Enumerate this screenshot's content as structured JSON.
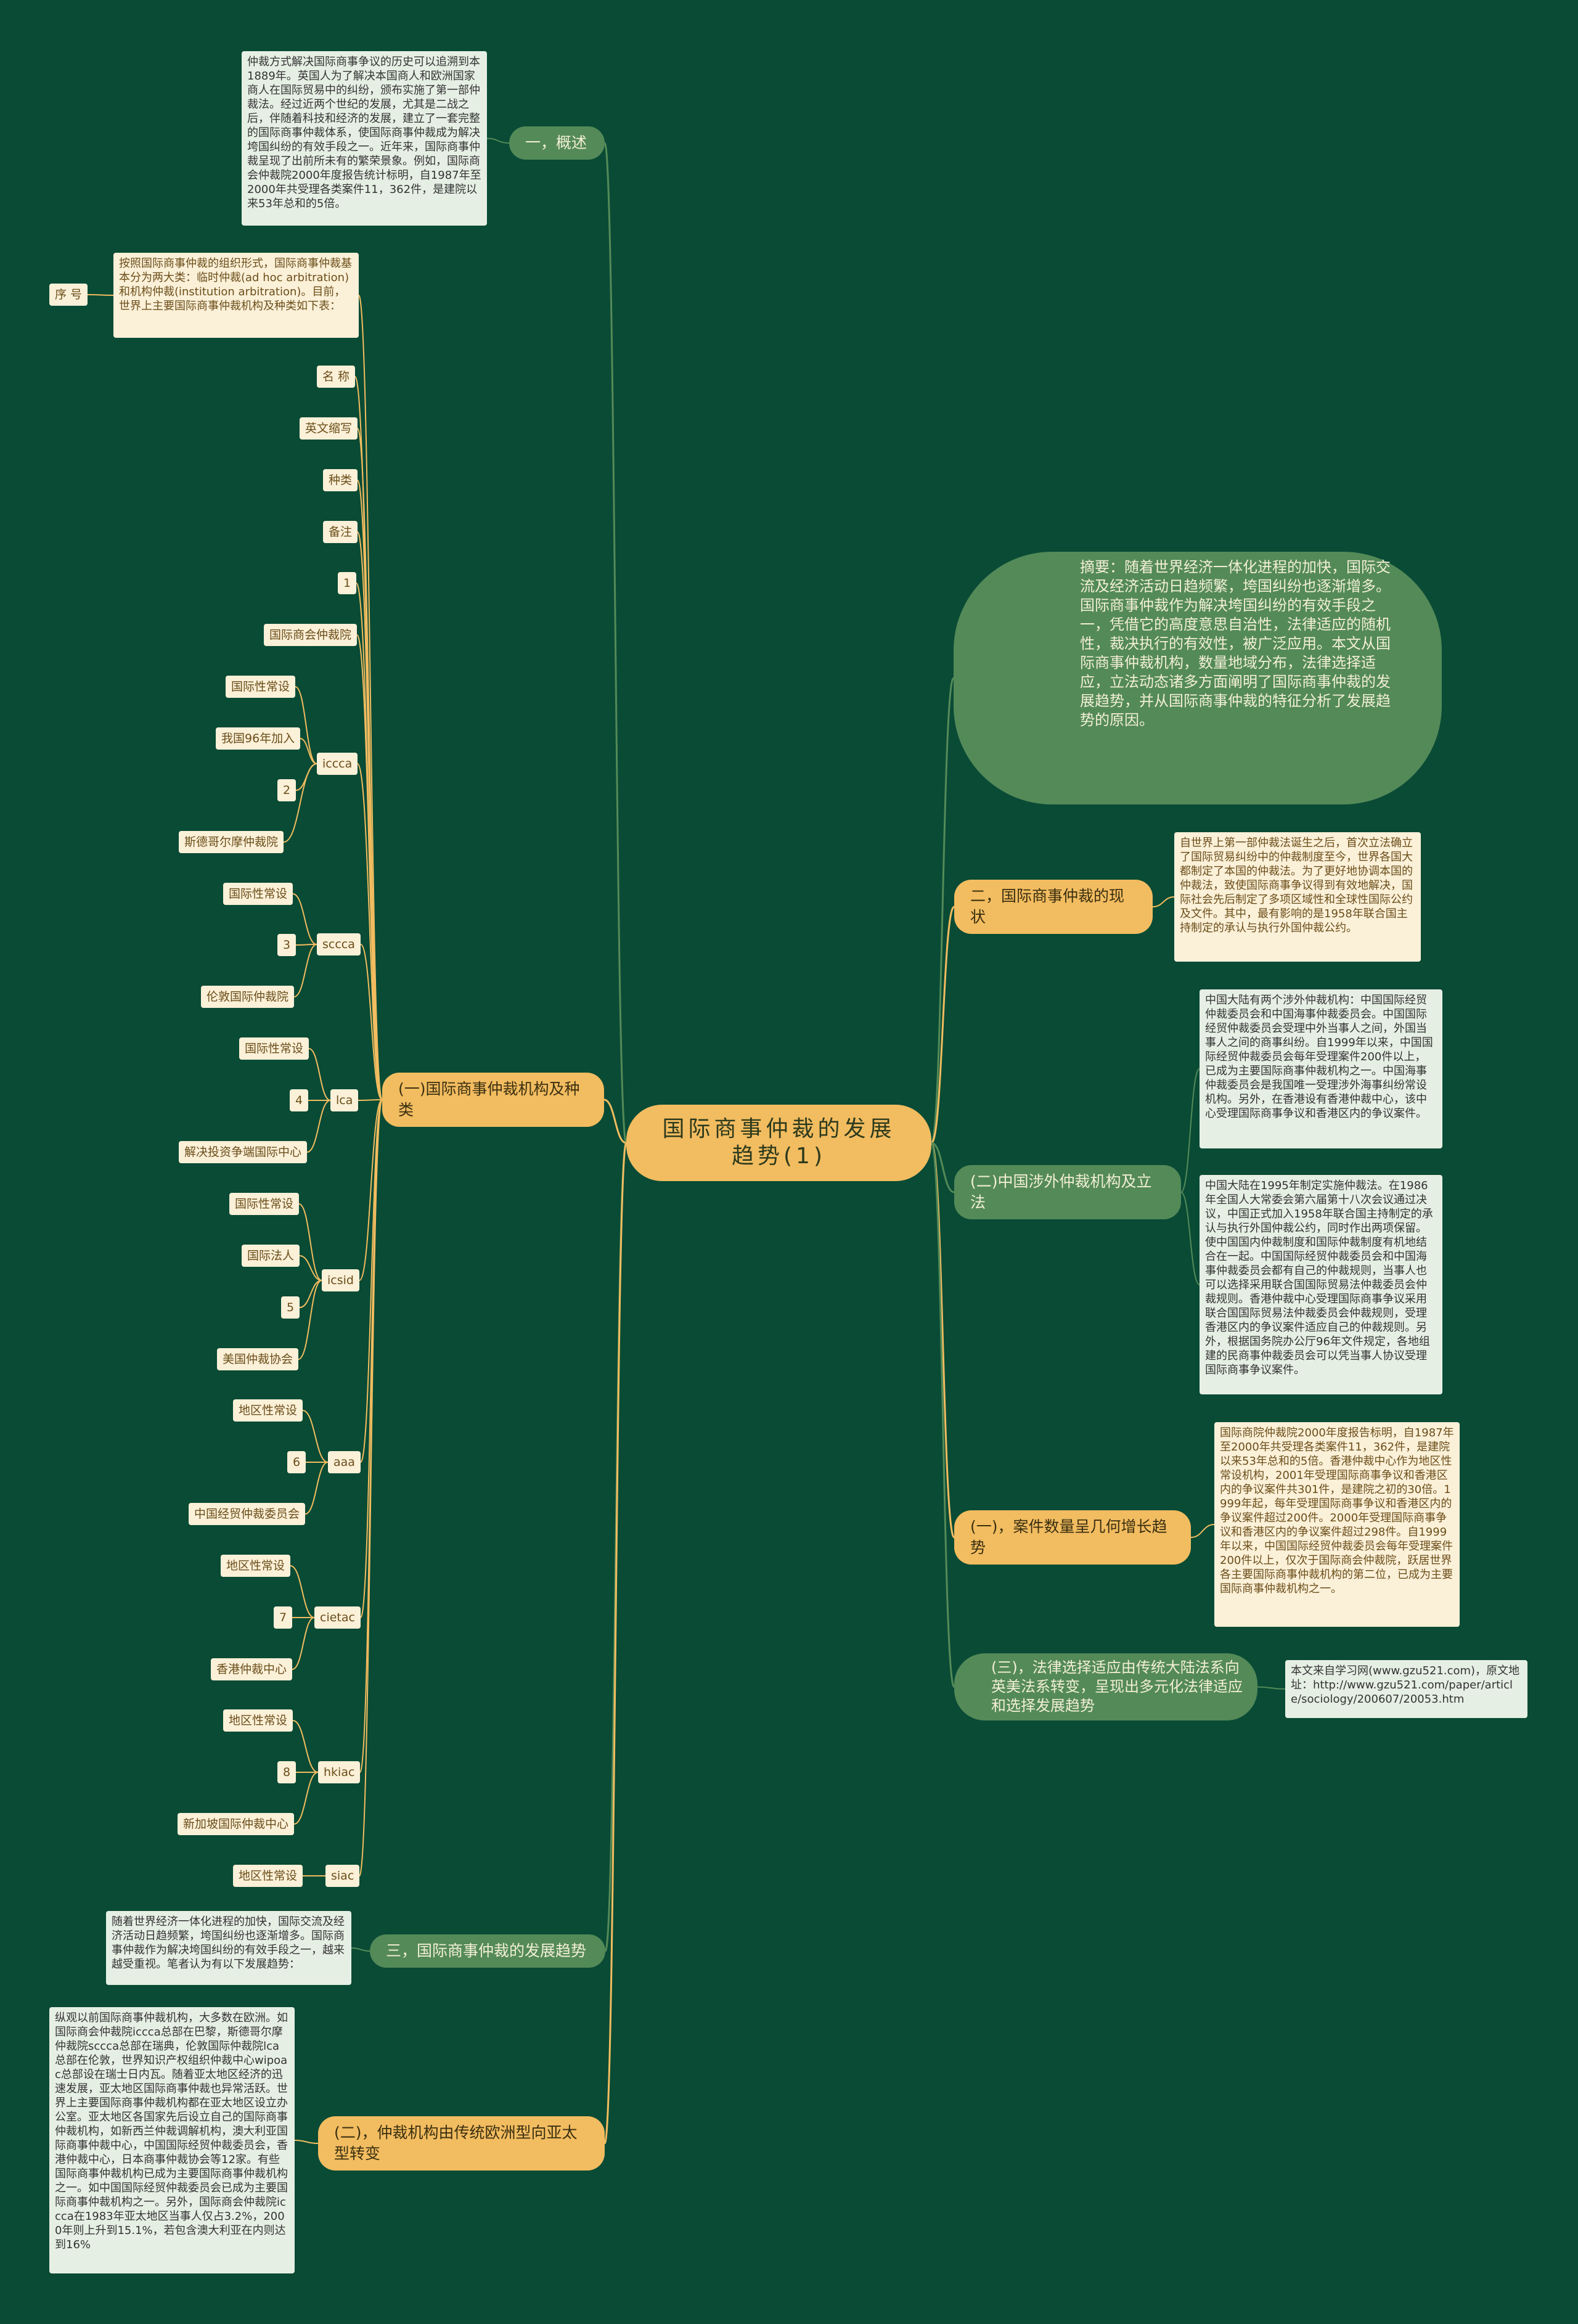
{
  "root": "国际商事仲裁的发展趋势(1)",
  "branches": {
    "overview": "一，概述",
    "abstract": "摘要：随着世界经济一体化进程的加快，国际交流及经济活动日趋频繁，垮国纠纷也逐渐增多。国际商事仲裁作为解决垮国纠纷的有效手段之一，凭借它的高度意思自治性，法律适应的随机性，裁决执行的有效性，被广泛应用。本文从国际商事仲裁机构，数量地域分布，法律选择适应，立法动态诸多方面阐明了国际商事仲裁的发展趋势，并从国际商事仲裁的特征分析了发展趋势的原因。",
    "status": "二，国际商事仲裁的现状",
    "foreign": "(二)中国涉外仲裁机构及立法",
    "count": "(一)，案件数量呈几何增长趋势",
    "law": "(三)，法律选择适应由传统大陆法系向英美法系转变，呈现出多元化法律适应和选择发展趋势",
    "trend": "三，国际商事仲裁的发展趋势",
    "region": "(二)，仲裁机构由传统欧洲型向亚太型转变",
    "institutions": "(一)国际商事仲裁机构及种类"
  },
  "texts": {
    "overview": "仲裁方式解决国际商事争议的历史可以追溯到本1889年。英国人为了解决本国商人和欧洲国家商人在国际贸易中的纠纷，颁布实施了第一部仲裁法。经过近两个世纪的发展，尤其是二战之后，伴随着科技和经济的发展，建立了一套完整的国际商事仲裁体系，使国际商事仲裁成为解决垮国纠纷的有效手段之一。近年来，国际商事仲裁呈现了出前所未有的繁荣景象。例如，国际商会仲裁院2000年度报告统计标明，自1987年至2000年共受理各类案件11，362件，是建院以来53年总和的5倍。",
    "institutions": "按照国际商事仲裁的组织形式，国际商事仲裁基本分为两大类：临时仲裁(ad hoc arbitration)和机构仲裁(institution arbitration)。目前，世界上主要国际商事仲裁机构及种类如下表：",
    "status": "自世界上第一部仲裁法诞生之后，首次立法确立了国际贸易纠纷中的仲裁制度至今，世界各国大都制定了本国的仲裁法。为了更好地协调本国的仲裁法，致使国际商事争议得到有效地解决，国际社会先后制定了多项区域性和全球性国际公约及文件。其中，最有影响的是1958年联合国主持制定的承认与执行外国仲裁公约。",
    "foreign1": "中国大陆有两个涉外仲裁机构：中国国际经贸仲裁委员会和中国海事仲裁委员会。中国国际经贸仲裁委员会受理中外当事人之间，外国当事人之间的商事纠纷。自1999年以来，中国国际经贸仲裁委员会每年受理案件200件以上，已成为主要国际商事仲裁机构之一。中国海事仲裁委员会是我国唯一受理涉外海事纠纷常设机构。另外，在香港设有香港仲裁中心，该中心受理国际商事争议和香港区内的争议案件。",
    "foreign2": "中国大陆在1995年制定实施仲裁法。在1986年全国人大常委会第六届第十八次会议通过决议，中国正式加入1958年联合国主持制定的承认与执行外国仲裁公约，同时作出两项保留。使中国国内仲裁制度和国际仲裁制度有机地结合在一起。中国国际经贸仲裁委员会和中国海事仲裁委员会都有自己的仲裁规则，当事人也可以选择采用联合国国际贸易法仲裁委员会仲裁规则。香港仲裁中心受理国际商事争议采用联合国国际贸易法仲裁委员会仲裁规则，受理香港区内的争议案件适应自己的仲裁规则。另外，根据国务院办公厅96年文件规定，各地组建的民商事仲裁委员会可以凭当事人协议受理国际商事争议案件。",
    "count": "国际商院仲裁院2000年度报告标明，自1987年至2000年共受理各类案件11，362件，是建院以来53年总和的5倍。香港仲裁中心作为地区性常设机构，2001年受理国际商事争议和香港区内的争议案件共301件，是建院之初的30倍。1999年起，每年受理国际商事争议和香港区内的争议案件超过200件。2000年受理国际商事争议和香港区内的争议案件超过298件。自1999年以来，中国国际经贸仲裁委员会每年受理案件200件以上，仅次于国际商会仲裁院，跃居世界各主要国际商事仲裁机构的第二位，已成为主要国际商事仲裁机构之一。",
    "law": "本文来自学习网(www.gzu521.com)，原文地址：http://www.gzu521.com/paper/article/sociology/200607/20053.htm",
    "trend": "随着世界经济一体化进程的加快，国际交流及经济活动日趋频繁，垮国纠纷也逐渐增多。国际商事仲裁作为解决垮国纠纷的有效手段之一，越来越受重视。笔者认为有以下发展趋势：",
    "region": "纵观以前国际商事仲裁机构，大多数在欧洲。如国际商会仲裁院iccca总部在巴黎，斯德哥尔摩仲裁院sccca总部在瑞典，伦敦国际仲裁院lca总部在伦敦，世界知识产权组织仲裁中心wipoac总部设在瑞士日内瓦。随着亚太地区经济的迅速发展，亚太地区国际商事仲裁也异常活跃。世界上主要国际商事仲裁机构都在亚太地区设立办公室。亚太地区各国家先后设立自己的国际商事仲裁机构，如新西兰仲裁调解机构，澳大利亚国际商事仲裁中心，中国国际经贸仲裁委员会，香港仲裁中心，日本商事仲裁协会等12家。有些国际商事仲裁机构已成为主要国际商事仲裁机构之一。如中国国际经贸仲裁委员会已成为主要国际商事仲裁机构之一。另外，国际商会仲裁院iccca在1983年亚太地区当事人仅占3.2%，2000年则上升到15.1%，若包含澳大利亚在内则达到16%"
  },
  "table": {
    "header": [
      "序 号",
      "名 称",
      "英文缩写",
      "种类",
      "备注"
    ],
    "rows": [
      {
        "no": "1",
        "name": "国际商会仲裁院",
        "abbr": "",
        "type": "",
        "note": ""
      },
      {
        "no": "2",
        "name": "斯德哥尔摩仲裁院",
        "abbr": "iccca",
        "type": "国际性常设",
        "note": "我国96年加入"
      },
      {
        "no": "3",
        "name": "伦敦国际仲裁院",
        "abbr": "sccca",
        "type": "国际性常设",
        "note": ""
      },
      {
        "no": "4",
        "name": "解决投资争端国际中心",
        "abbr": "lca",
        "type": "国际性常设",
        "note": ""
      },
      {
        "no": "5",
        "name": "美国仲裁协会",
        "abbr": "icsid",
        "type": "国际性常设",
        "note": "国际法人"
      },
      {
        "no": "6",
        "name": "中国经贸仲裁委员会",
        "abbr": "aaa",
        "type": "地区性常设",
        "note": ""
      },
      {
        "no": "7",
        "name": "香港仲裁中心",
        "abbr": "cietac",
        "type": "地区性常设",
        "note": ""
      },
      {
        "no": "8",
        "name": "新加坡国际仲裁中心",
        "abbr": "hkiac",
        "type": "地区性常设",
        "note": ""
      },
      {
        "no": "",
        "name": "",
        "abbr": "siac",
        "type": "地区性常设",
        "note": ""
      }
    ]
  },
  "colors": {
    "background": "#094b35",
    "gold": "#f2bc60",
    "green": "#548a58",
    "cream": "#fbf0d8",
    "mint": "#e6efe4"
  }
}
